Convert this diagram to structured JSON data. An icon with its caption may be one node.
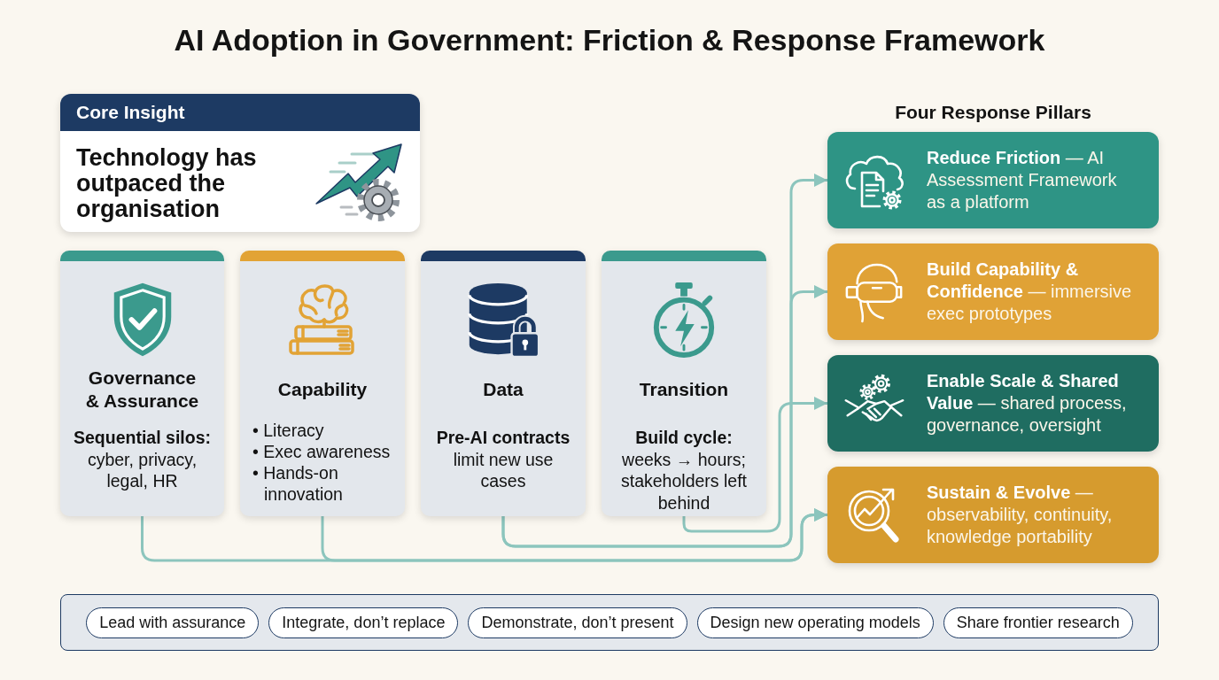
{
  "diagram": {
    "title": "AI Adoption in Government: Friction & Response Framework",
    "nodes": [
      {
        "text": [
          "Core Insight",
          "Technology has outpaced the organisation"
        ]
      },
      {
        "text": [
          "Governance & Assurance",
          "**Sequential silos:** cyber, privacy, legal, HR"
        ]
      },
      {
        "text": [
          "Capability",
          "• Literacy",
          "• Exec awareness",
          "• Hands-on innovation"
        ]
      },
      {
        "text": [
          "Data",
          "**Pre-AI contracts** limit new use cases"
        ]
      },
      {
        "text": [
          "Transition",
          "**Build cycle:** weeks → hours; stakeholders left behind"
        ]
      },
      {
        "text": [
          "**Reduce Friction** — AI Assessment Framework as a platform"
        ]
      },
      {
        "text": [
          "**Build Capability & Confidence** — immersive exec prototypes"
        ]
      },
      {
        "text": [
          "**Enable Scale & Shared Value** — shared process, governance, oversight"
        ]
      },
      {
        "text": [
          "**Sustain & Evolve** — observability, continuity, knowledge portability"
        ]
      },
      {
        "text": [],
        "shape": "box"
      },
      {
        "text": [
          "Lead with assurance"
        ],
        "in": 9
      },
      {
        "text": [
          "Integrate, don’t replace"
        ],
        "in": 9
      },
      {
        "text": [
          "Demonstrate, don’t present"
        ],
        "in": 9
      },
      {
        "text": [
          "Design new operating models"
        ],
        "in": 9
      },
      {
        "text": [
          "Share frontier research"
        ],
        "in": 9
      }
    ],
    "edges": [
      {
        "from": 1,
        "to": 8,
        "arrow": "to"
      },
      {
        "from": 2,
        "to": 8,
        "arrow": "to"
      },
      {
        "from": 3,
        "to": 5,
        "arrow": "to"
      },
      {
        "from": 3,
        "to": 6,
        "arrow": "to"
      },
      {
        "from": 4,
        "to": 7,
        "arrow": "to"
      }
    ],
    "labels": [
      "Four Response Pillars"
    ]
  }
}
